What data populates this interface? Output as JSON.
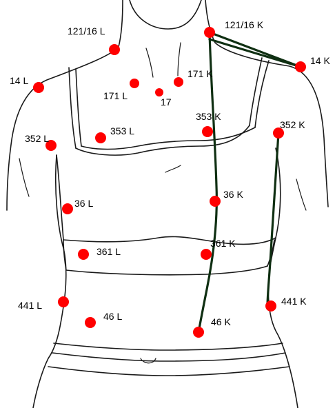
{
  "colors": {
    "point": "#ff0000",
    "outline": "#1a1a1a",
    "path": "#0f2f12"
  },
  "labels": {
    "p121_16_L": "121/16 L",
    "p121_16_K": "121/16 K",
    "p14_L": "14 L",
    "p14_K": "14 K",
    "p171_L": "171 L",
    "p171_K": "171 K",
    "p17": "17",
    "p353_L": "353 L",
    "p353_K": "353 K",
    "p352_L": "352 L",
    "p352_K": "352 K",
    "p36_L": "36 L",
    "p36_K": "36 K",
    "p361_L": "361 L",
    "p361_K": "361 K",
    "p441_L": "441 L",
    "p441_K": "441 K",
    "p46_L": "46 L",
    "p46_K": "46 K"
  }
}
